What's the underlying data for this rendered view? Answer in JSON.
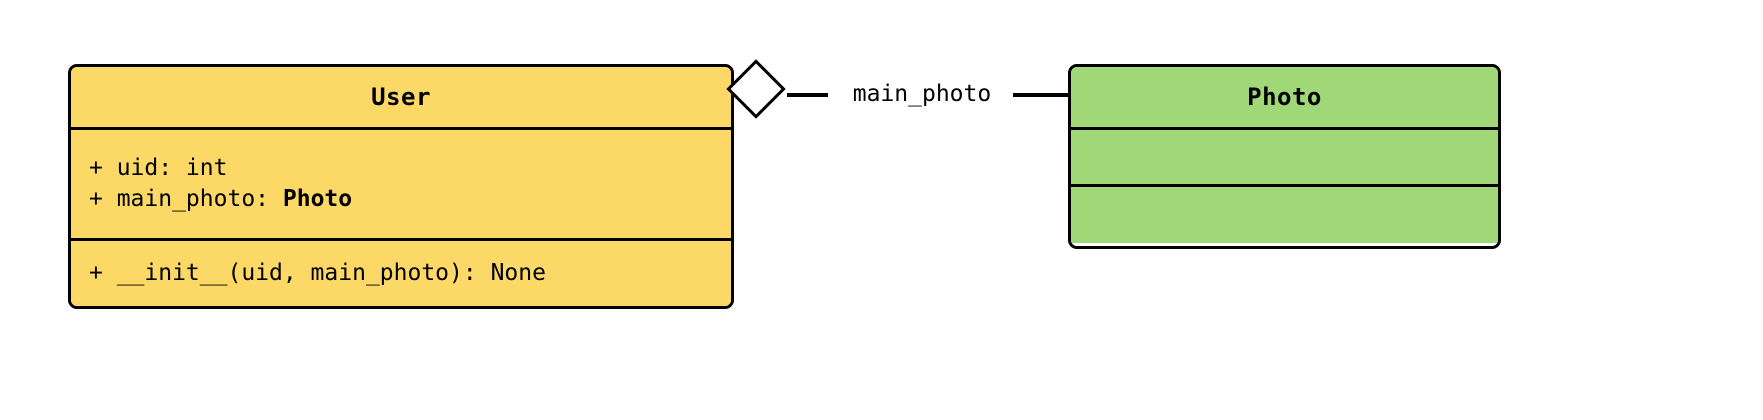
{
  "diagram": {
    "type": "uml-class-diagram",
    "background_color": "#ffffff",
    "classes": [
      {
        "id": "user",
        "name": "User",
        "fill_color": "#fcd966",
        "border_color": "#000000",
        "attributes": [
          {
            "visibility": "+",
            "text": "+ uid: int",
            "name": "uid",
            "type": "int",
            "type_is_bold": false
          },
          {
            "visibility": "+",
            "text": "+ main_photo: ",
            "name": "main_photo",
            "type": "Photo",
            "type_is_bold": true
          }
        ],
        "methods": [
          {
            "visibility": "+",
            "text": "+ __init__(uid, main_photo): None",
            "name": "__init__",
            "params": "uid, main_photo",
            "returns": "None"
          }
        ]
      },
      {
        "id": "photo",
        "name": "Photo",
        "fill_color": "#a0d777",
        "border_color": "#000000",
        "attributes": [],
        "methods": []
      }
    ],
    "relationships": [
      {
        "id": "user-has-main-photo",
        "kind": "aggregation",
        "source": "User",
        "target": "Photo",
        "label": "main_photo",
        "source_decoration": "hollow-diamond",
        "target_decoration": "none"
      }
    ]
  }
}
